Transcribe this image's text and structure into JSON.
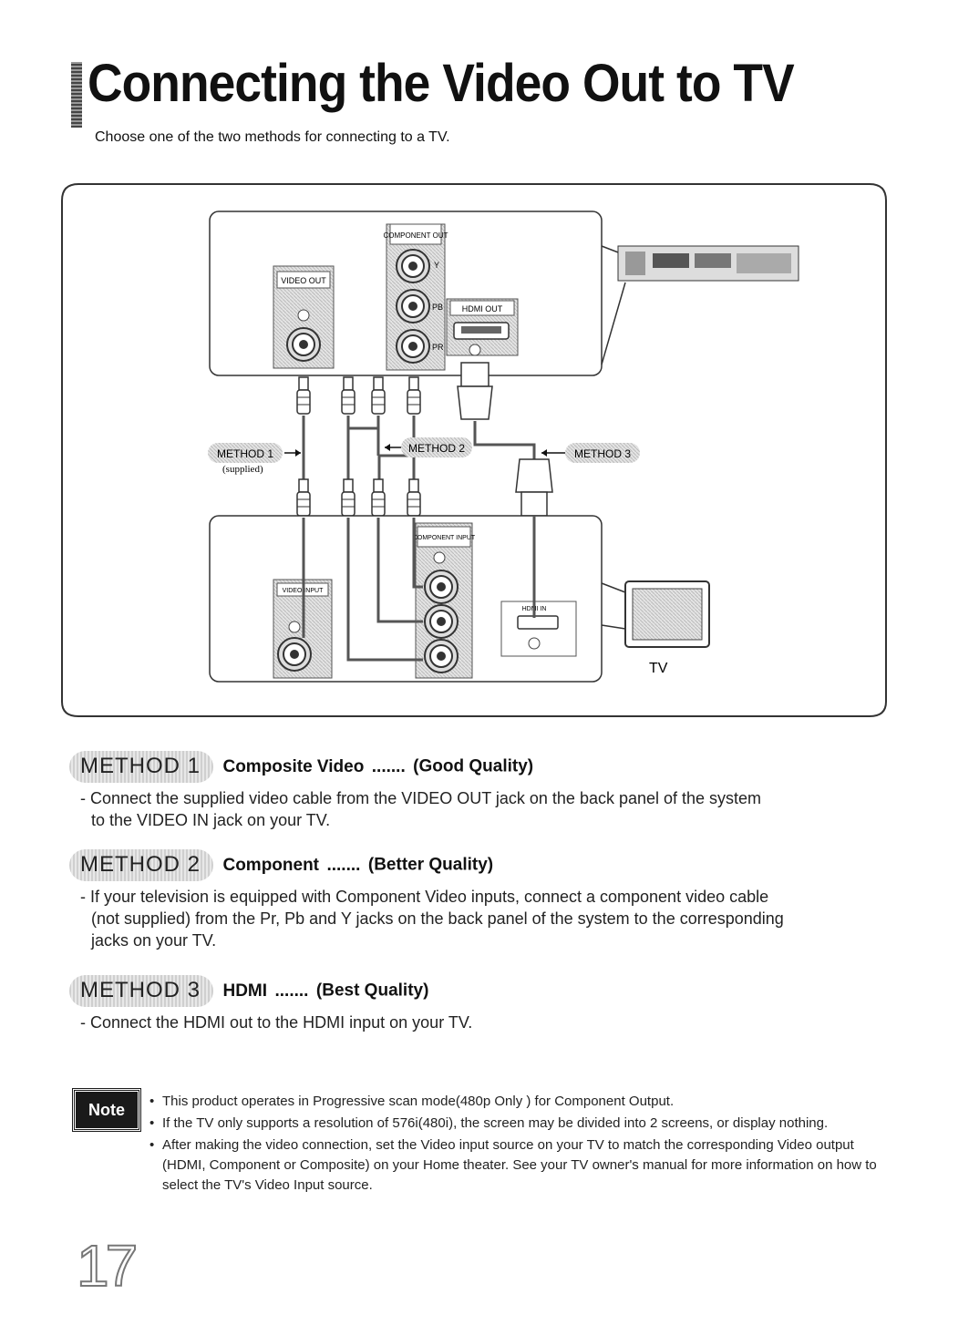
{
  "page": {
    "title": "Connecting the Video Out to TV",
    "subtitle": "Choose one of the two methods for connecting to a TV.",
    "page_number": "17"
  },
  "diagram": {
    "video_out_label": "VIDEO OUT",
    "component_out_label": "COMPONENT OUT",
    "hdmi_out_label": "HDMI OUT",
    "y_label": "Y",
    "pb_label": "PB",
    "pr_label": "PR",
    "method1_label": "METHOD 1",
    "supplied_label": "(supplied)",
    "method2_label": "METHOD 2",
    "method3_label": "METHOD 3",
    "video_input_label": "VIDEO INPUT",
    "component_input_label": "COMPONENT INPUT",
    "hdmi_in_label": "HDMI IN",
    "tv_label": "TV"
  },
  "methods": [
    {
      "badge": "METHOD 1",
      "name": "Composite Video",
      "dots": ".......",
      "quality": "(Good Quality)",
      "text_lines": [
        "- Connect the supplied video cable from the VIDEO OUT jack on the back panel of the system",
        "to the VIDEO IN jack on your TV."
      ]
    },
    {
      "badge": "METHOD 2",
      "name": "Component",
      "dots": ".......",
      "quality": "(Better Quality)",
      "text_lines": [
        "- If your television is equipped with Component Video inputs, connect a component video cable",
        "(not supplied) from the Pr, Pb and Y jacks on the back panel of the system to the corresponding",
        "jacks on your TV."
      ]
    },
    {
      "badge": "METHOD 3",
      "name": "HDMI",
      "dots": ".......",
      "quality": "(Best Quality)",
      "text_lines": [
        "- Connect the HDMI out to the HDMI input on your TV."
      ]
    }
  ],
  "note": {
    "label": "Note",
    "items": [
      "This product operates in Progressive scan mode(480p Only ) for Component Output.",
      "If the TV only supports a resolution of 576i(480i), the screen may be divided into 2 screens, or display nothing.",
      "After making the video connection, set the Video input source on your TV to match the corresponding Video output (HDMI, Component or Composite) on your Home theater. See your TV owner's manual for more information on how to select the TV's Video Input source."
    ]
  }
}
